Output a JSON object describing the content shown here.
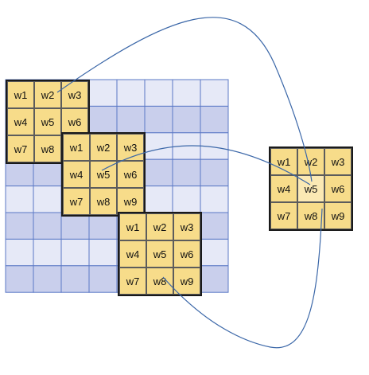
{
  "colors": {
    "grid_light": "#e6e9f7",
    "grid_dark": "#c9cfec",
    "grid_line": "#5b78c6",
    "kernel_fill": "#f7dc8a",
    "kernel_center_fill": "#fbe9b4",
    "curve": "#3b67a8"
  },
  "input_grid": {
    "rows": 8,
    "cols": 8
  },
  "kernels": [
    {
      "id": "kernel-top-left",
      "cells": [
        "w1",
        "w2",
        "w3",
        "w4",
        "w5",
        "w6",
        "w7",
        "w8",
        "w9"
      ]
    },
    {
      "id": "kernel-middle",
      "cells": [
        "w1",
        "w2",
        "w3",
        "w4",
        "w5",
        "w6",
        "w7",
        "w8",
        "w9"
      ]
    },
    {
      "id": "kernel-bottom",
      "cells": [
        "w1",
        "w2",
        "w3",
        "w4",
        "w5",
        "w6",
        "w7",
        "w8",
        "w9"
      ]
    },
    {
      "id": "kernel-output",
      "cells": [
        "w1",
        "w2",
        "w3",
        "w4",
        "w5",
        "w6",
        "w7",
        "w8",
        "w9"
      ]
    }
  ]
}
